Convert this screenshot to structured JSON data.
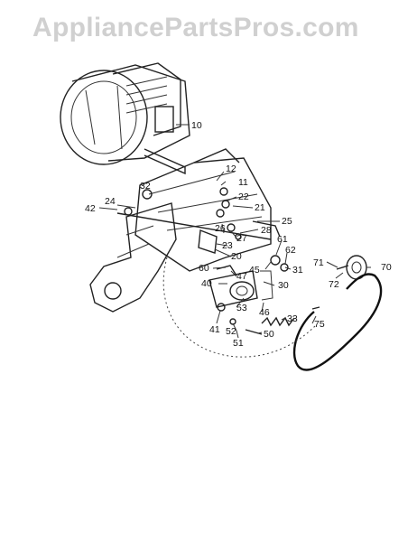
{
  "watermark": "AppliancePartsPros.com",
  "callouts": [
    "10",
    "12",
    "11",
    "32",
    "22",
    "24",
    "21",
    "42",
    "25",
    "26",
    "27",
    "28",
    "23",
    "61",
    "20",
    "62",
    "71",
    "70",
    "60",
    "31",
    "47",
    "45",
    "72",
    "40",
    "30",
    "53",
    "46",
    "33",
    "75",
    "41",
    "52",
    "51",
    "50"
  ]
}
